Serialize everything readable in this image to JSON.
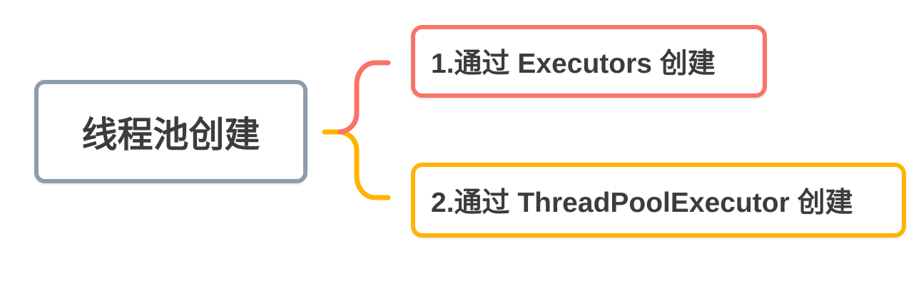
{
  "diagram": {
    "type": "mindmap",
    "palette": {
      "bg": "#ffffff",
      "text": "#3c3c3c",
      "root_border": "#8f9cad",
      "branch1": "#fa7367",
      "branch2": "#ffb403"
    },
    "root": {
      "label": "线程池创建"
    },
    "children": [
      {
        "label": "1.通过 Executors 创建"
      },
      {
        "label": "2.通过 ThreadPoolExecutor 创建"
      }
    ]
  }
}
